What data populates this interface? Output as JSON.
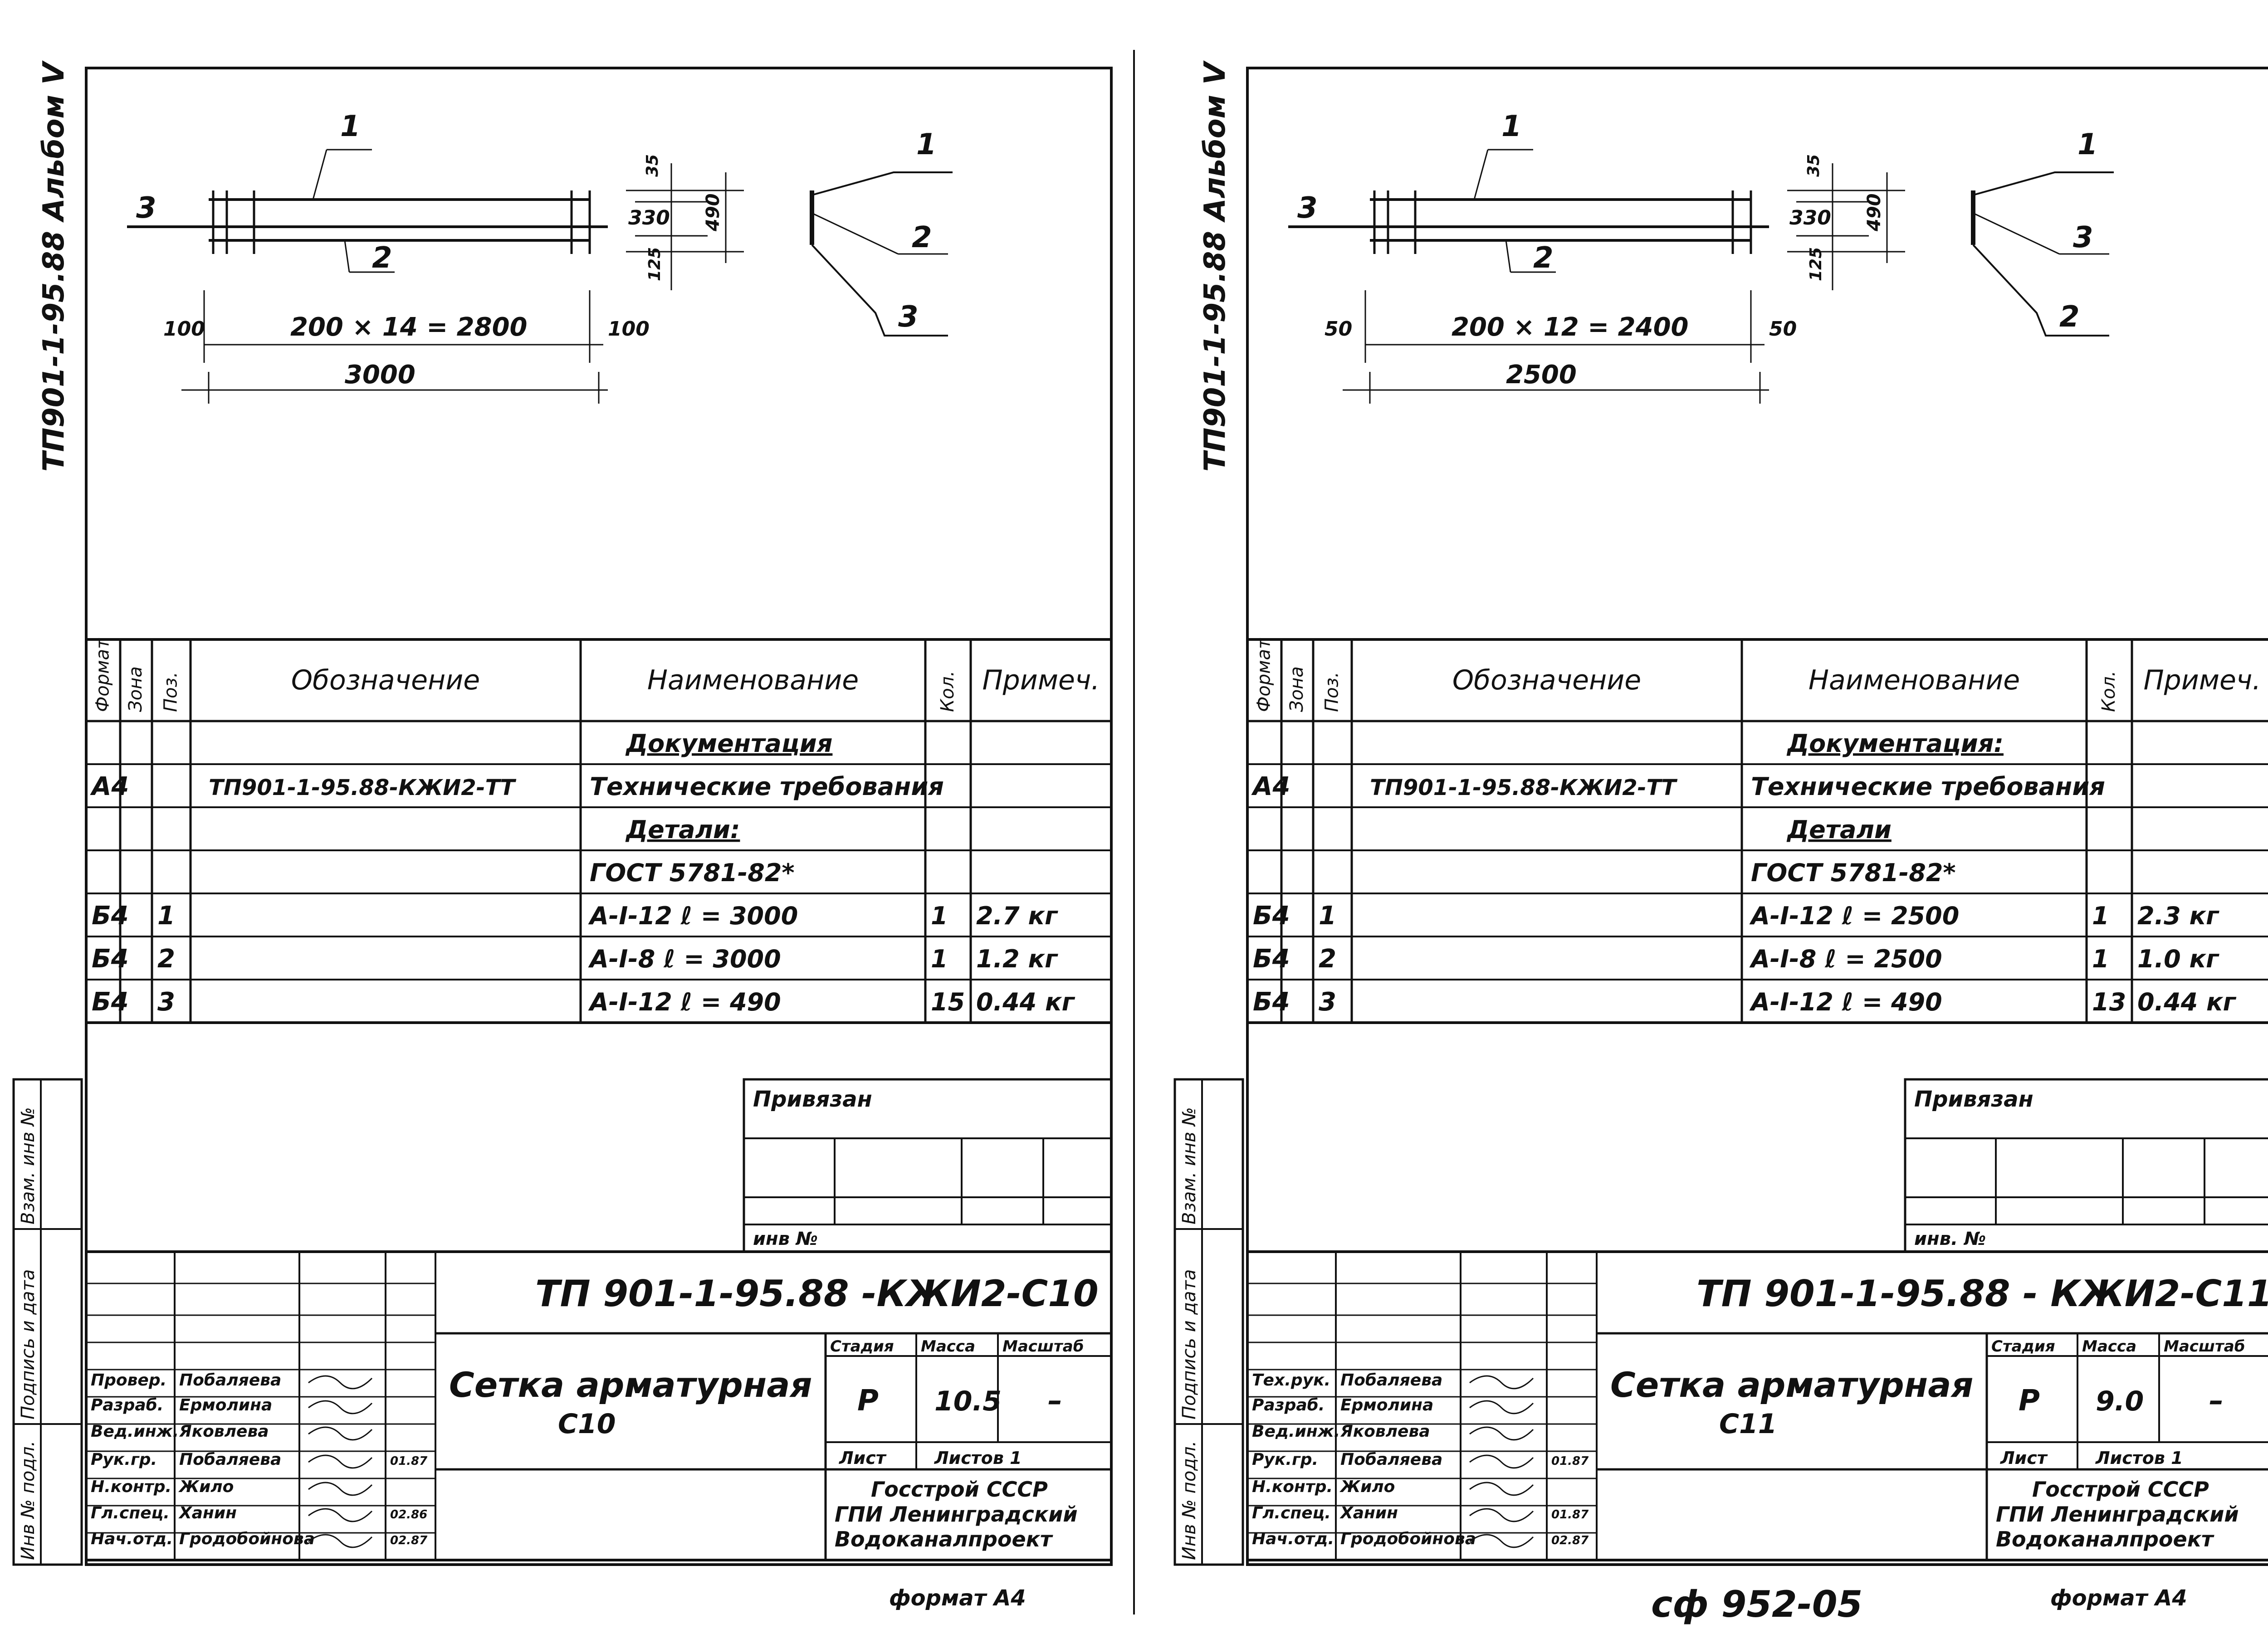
{
  "sheets": [
    {
      "album": "ТП901-1-95.88 Альбом V",
      "drawing": {
        "pos_labels": [
          "1",
          "2",
          "3"
        ],
        "pitch_dim": "200 × 14 = 2800",
        "end_left": "100",
        "end_right": "100",
        "total": "3000",
        "dim_35": "35",
        "dim_330": "330",
        "dim_125": "125",
        "dim_490": "490",
        "section_labels": [
          "1",
          "2",
          "3"
        ]
      },
      "spec": {
        "headers": [
          "Формат",
          "Зона",
          "Поз.",
          "Обозначение",
          "Наименование",
          "Кол.",
          "Примеч."
        ],
        "rows": [
          [
            "",
            "",
            "",
            "",
            "Документация",
            "",
            ""
          ],
          [
            "А4",
            "",
            "",
            "ТП901-1-95.88-КЖИ2-ТТ",
            "Технические требования",
            "",
            ""
          ],
          [
            "",
            "",
            "",
            "",
            "Детали:",
            "",
            ""
          ],
          [
            "",
            "",
            "",
            "",
            "ГОСТ 5781-82*",
            "",
            ""
          ],
          [
            "Б4",
            "",
            "1",
            "",
            "А-I-12     ℓ = 3000",
            "1",
            "2.7 кг"
          ],
          [
            "Б4",
            "",
            "2",
            "",
            "А-I-8     ℓ = 3000",
            "1",
            "1.2 кг"
          ],
          [
            "Б4",
            "",
            "3",
            "",
            "А-I-12     ℓ = 490",
            "15",
            "0.44 кг"
          ]
        ]
      },
      "privyazan": "Привязан",
      "inv_no": "инв №",
      "side_labels": [
        "Взам. инв №",
        "Подпись и дата",
        "Инв № подл."
      ],
      "title_block": {
        "code": "ТП 901-1-95.88 -КЖИ2-С10",
        "name_line1": "Сетка арматурная",
        "name_line2": "С10",
        "stage_label": "Стадия",
        "mass_label": "Масса",
        "scale_label": "Масштаб",
        "stage": "Р",
        "mass": "10.5",
        "scale": "–",
        "sheet_label": "Лист",
        "sheets_label": "Листов 1",
        "org_line1": "Госстрой СССР",
        "org_line2": "ГПИ Ленинградский",
        "org_line3": "Водоканалпроект",
        "roles": [
          "Провер.",
          "Разраб.",
          "Вед.инж.",
          "Рук.гр.",
          "Н.контр.",
          "Гл.спец.",
          "Нач.отд."
        ],
        "names": [
          "Побаляева",
          "Ермолина",
          "Яковлева",
          "Побаляева",
          "Жило",
          "Ханин",
          "Гродобойнова"
        ],
        "dates": [
          "",
          "",
          "",
          "01.87",
          "",
          "02.86",
          "02.87"
        ]
      },
      "format": "формат А4"
    },
    {
      "album": "ТП901-1-95.88 Альбом V",
      "drawing": {
        "pos_labels": [
          "1",
          "2",
          "3"
        ],
        "pitch_dim": "200 × 12 = 2400",
        "end_left": "50",
        "end_right": "50",
        "total": "2500",
        "dim_35": "35",
        "dim_330": "330",
        "dim_125": "125",
        "dim_490": "490",
        "section_labels": [
          "1",
          "3",
          "2"
        ]
      },
      "spec": {
        "headers": [
          "Формат",
          "Зона",
          "Поз.",
          "Обозначение",
          "Наименование",
          "Кол.",
          "Примеч."
        ],
        "rows": [
          [
            "",
            "",
            "",
            "",
            "Документация:",
            "",
            ""
          ],
          [
            "А4",
            "",
            "",
            "ТП901-1-95.88-КЖИ2-ТТ",
            "Технические требования",
            "",
            ""
          ],
          [
            "",
            "",
            "",
            "",
            "Детали",
            "",
            ""
          ],
          [
            "",
            "",
            "",
            "",
            "ГОСТ 5781-82*",
            "",
            ""
          ],
          [
            "Б4",
            "",
            "1",
            "",
            "А-I-12     ℓ = 2500",
            "1",
            "2.3 кг"
          ],
          [
            "Б4",
            "",
            "2",
            "",
            "А-I-8     ℓ = 2500",
            "1",
            "1.0 кг"
          ],
          [
            "Б4",
            "",
            "3",
            "",
            "А-I-12     ℓ = 490",
            "13",
            "0.44 кг"
          ]
        ]
      },
      "privyazan": "Привязан",
      "inv_no": "инв. №",
      "side_labels": [
        "Взам. инв №",
        "Подпись и дата",
        "Инв № подл."
      ],
      "title_block": {
        "code": "ТП 901-1-95.88 - КЖИ2-С11",
        "name_line1": "Сетка арматурная",
        "name_line2": "С11",
        "stage_label": "Стадия",
        "mass_label": "Масса",
        "scale_label": "Масштаб",
        "stage": "Р",
        "mass": "9.0",
        "scale": "–",
        "sheet_label": "Лист",
        "sheets_label": "Листов 1",
        "org_line1": "Госстрой СССР",
        "org_line2": "ГПИ Ленинградский",
        "org_line3": "Водоканалпроект",
        "roles": [
          "Тех.рук.",
          "Разраб.",
          "Вед.инж.",
          "Рук.гр.",
          "Н.контр.",
          "Гл.спец.",
          "Нач.отд."
        ],
        "names": [
          "Побаляева",
          "Ермолина",
          "Яковлева",
          "Побаляева",
          "Жило",
          "Ханин",
          "Гродобойнова"
        ],
        "dates": [
          "",
          "",
          "",
          "01.87",
          "",
          "01.87",
          "02.87"
        ]
      },
      "format": "формат А4"
    }
  ],
  "stamp_bottom": "сф 952-05"
}
